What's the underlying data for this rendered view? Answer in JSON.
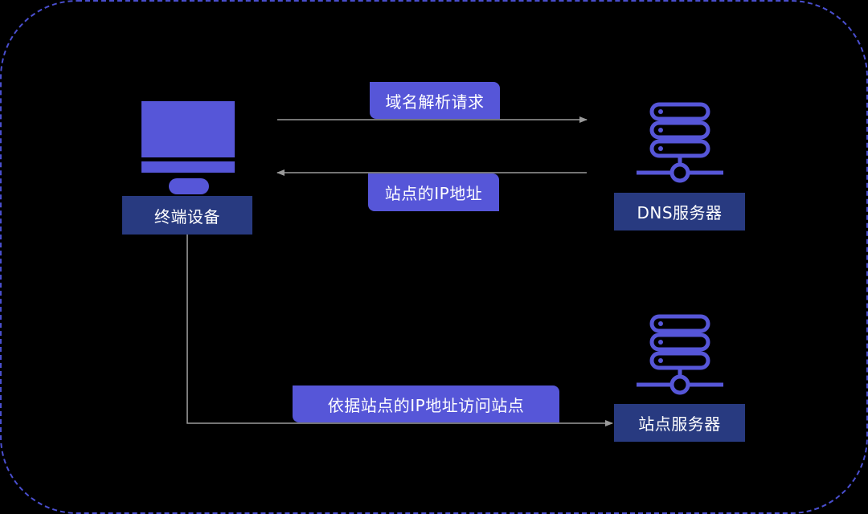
{
  "colors": {
    "background": "#000000",
    "accent": "#5656d8",
    "node_label_bg": "#283a80",
    "dashed_frame": "#4a4fd0",
    "arrow": "#9a9a9a"
  },
  "nodes": {
    "terminal": {
      "label": "终端设备",
      "icon": "monitor-icon"
    },
    "dns_server": {
      "label": "DNS服务器",
      "icon": "server-icon"
    },
    "site_server": {
      "label": "站点服务器",
      "icon": "server-icon"
    }
  },
  "messages": {
    "dns_request": "域名解析请求",
    "dns_response": "站点的IP地址",
    "site_access": "依据站点的IP地址访问站点"
  },
  "edges": [
    {
      "from": "terminal",
      "to": "dns_server",
      "label": "域名解析请求"
    },
    {
      "from": "dns_server",
      "to": "terminal",
      "label": "站点的IP地址"
    },
    {
      "from": "terminal",
      "to": "site_server",
      "label": "依据站点的IP地址访问站点"
    }
  ]
}
